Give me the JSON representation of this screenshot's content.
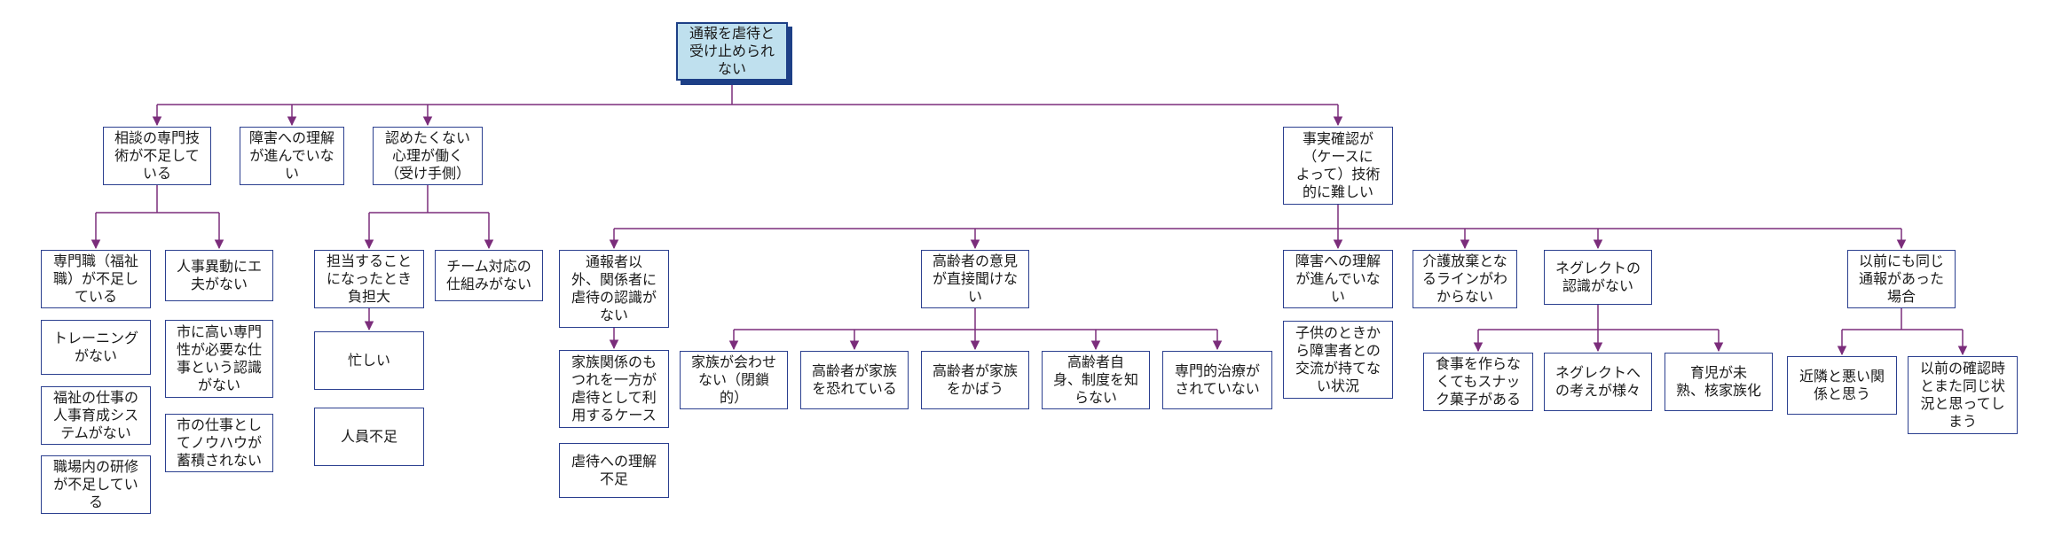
{
  "diagram": {
    "root": "通報を虐待と\n受け止められ\nない",
    "l1": {
      "skill": "相談の専門技\n術が不足して\nいる",
      "understanding": "障害への理解\nが進んでいな\nい",
      "psychology": "認めたくない\n心理が働く\n（受け手側）",
      "fact": "事実確認が\n（ケースに\nよって）技術\n的に難しい"
    },
    "skill_children": {
      "specialist": "専門職（福祉\n職）が不足し\nている",
      "training": "トレーニング\nがない",
      "hr_system": "福祉の仕事の\n人事育成シス\nテムがない",
      "internal_training": "職場内の研修\nが不足してい\nる",
      "transfer": "人事異動にエ\n夫がない",
      "recognition": "市に高い専門\n性が必要な仕\n事という認識\nがない",
      "knowhow": "市の仕事とし\nてノウハウが\n蓄積されない"
    },
    "psych_children": {
      "burden": "担当すること\nになったとき\n負担大",
      "team": "チーム対応の\n仕組みがない",
      "busy": "忙しい",
      "shortage": "人員不足"
    },
    "fact_children": {
      "reporter": "通報者以\n外、関係者に\n虐待の認識が\nない",
      "family_relation": "家族関係のも\nつれを一方が\n虐待として利\n用するケース",
      "abuse_understanding": "虐待への理解\n不足",
      "elder_opinion": "高齢者の意見\nが直接聞けな\nい",
      "closed": "家族が会わせ\nない（閉鎖\n的）",
      "fear": "高齢者が家族\nを恐れている",
      "protect": "高齢者が家族\nをかばう",
      "unaware": "高齢者自\n身、制度を知\nらない",
      "no_treatment": "専門的治療が\nされていない",
      "disability": "障害への理解\nが進んでいな\nい",
      "childhood": "子供のときか\nら障害者との\n交流が持てな\nい状況",
      "care_giveup": "介護放棄とな\nるラインがわ\nからない",
      "neglect": "ネグレクトの\n認識がない",
      "snack": "食事を作らな\nくてもスナッ\nク菓子がある",
      "neglect_views": "ネグレクトへ\nの考えが様々",
      "childcare": "育児が未\n熟、核家族化",
      "previous": "以前にも同じ\n通報があった\n場合",
      "neighbor": "近隣と悪い関\n係と思う",
      "same_again": "以前の確認時\nとまた同じ状\n況と思ってし\nまう"
    }
  },
  "colors": {
    "connector": "#7b2d7b",
    "box_border": "#2b3f8f",
    "root_fill": "#bfe0ee",
    "root_shadow": "#1d3f86"
  }
}
